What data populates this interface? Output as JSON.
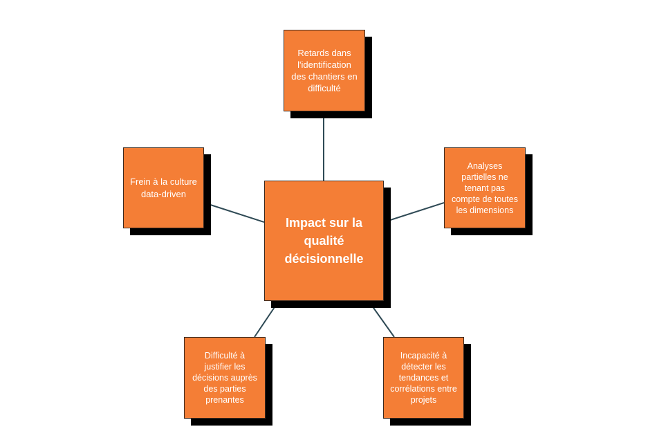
{
  "diagram": {
    "center": {
      "text": "Impact sur la qualité décisionnelle"
    },
    "nodes": {
      "top": "Retards dans l'identification des chantiers en difficulté",
      "left": "Frein à la culture data-driven",
      "right": "Analyses partielles ne tenant pas compte de toutes les dimensions",
      "bottom_left": "Difficulté à justifier les décisions auprès des parties prenantes",
      "bottom_right": "Incapacité à détecter les tendances et corrélations entre projets"
    }
  },
  "colors": {
    "box_fill": "#f47e36",
    "box_shadow": "#000000",
    "connector": "#2f4a55",
    "text": "#ffffff",
    "background": "#ffffff"
  }
}
